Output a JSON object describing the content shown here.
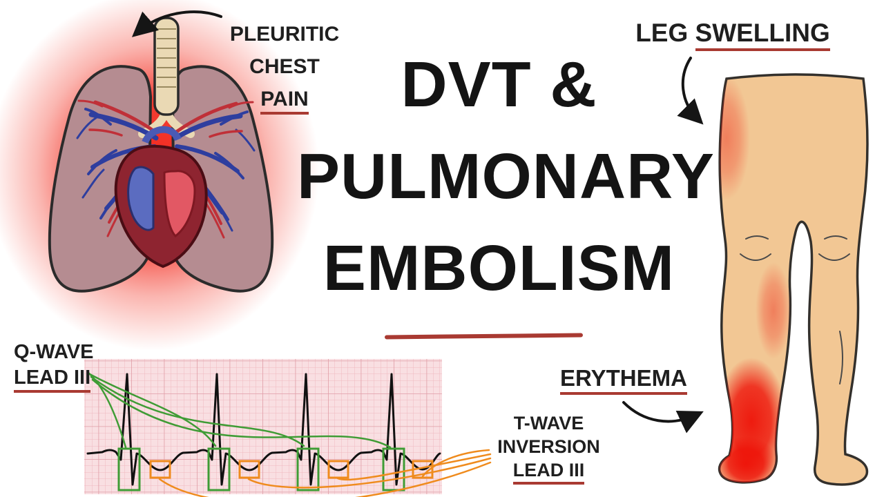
{
  "title": {
    "line1": "DVT &",
    "line2": "PULMONARY",
    "line3": "EMBOLISM"
  },
  "annotations": {
    "pleuritic": {
      "line1": "PLEURITIC",
      "line2": "CHEST",
      "line3": "PAIN"
    },
    "leg_swelling": {
      "prefix": "LEG ",
      "highlight": "SWELLING"
    },
    "erythema": {
      "text": "ERYTHEMA"
    },
    "q_wave": {
      "line1": "Q-WAVE",
      "line2": "LEAD III"
    },
    "t_wave": {
      "line1": "T-WAVE",
      "line2": "INVERSION",
      "line3": "LEAD III"
    }
  },
  "colors": {
    "ink": "#1b1b1b",
    "underline_red": "#a93a32",
    "glow_red": "#ee1a10",
    "erythema_red": "#ee1208",
    "ecg_green": "#3f9c35",
    "ecg_orange": "#ef8b1d",
    "ecg_paper": "#f9dfe2",
    "ecg_grid": "#efb9c0",
    "skin": "#f2c794",
    "lung": "#b58c91",
    "heart_red": "#8e2430",
    "vein_blue": "#2e3e9f",
    "artery_red": "#c03038",
    "trachea_tan": "#ead9b4"
  }
}
